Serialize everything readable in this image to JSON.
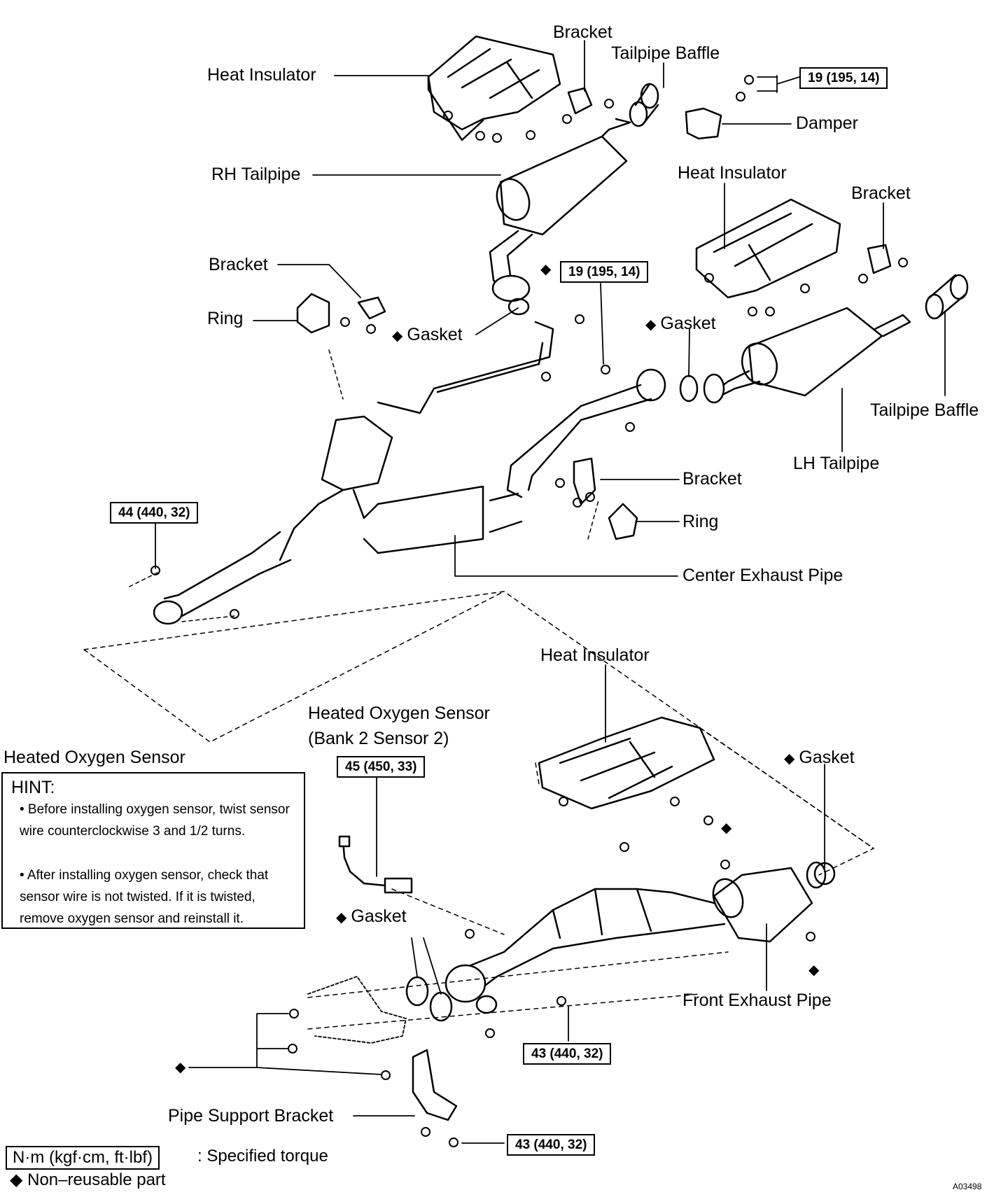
{
  "labels": {
    "heat_insulator_top": "Heat Insulator",
    "bracket_top": "Bracket",
    "tailpipe_baffle_top": "Tailpipe Baffle",
    "damper": "Damper",
    "rh_tailpipe": "RH Tailpipe",
    "heat_insulator_mid": "Heat Insulator",
    "bracket_mid_right": "Bracket",
    "bracket_left": "Bracket",
    "ring_left": "Ring",
    "gasket_left": "Gasket",
    "gasket_mid": "Gasket",
    "tailpipe_baffle_right": "Tailpipe Baffle",
    "lh_tailpipe": "LH Tailpipe",
    "bracket_center": "Bracket",
    "ring_right": "Ring",
    "center_exhaust_pipe": "Center Exhaust Pipe",
    "heat_insulator_bottom": "Heat Insulator",
    "heated_oxygen_sensor_b2s2_line1": "Heated Oxygen Sensor",
    "heated_oxygen_sensor_b2s2_line2": "(Bank 2 Sensor 2)",
    "heated_oxygen_sensor": "Heated Oxygen Sensor",
    "gasket_bottom_right": "Gasket",
    "gasket_bottom_left": "Gasket",
    "front_exhaust_pipe": "Front Exhaust Pipe",
    "pipe_support_bracket": "Pipe Support Bracket"
  },
  "torques": {
    "t1": "19 (195, 14)",
    "t2": "19 (195, 14)",
    "t3": "44 (440, 32)",
    "t4": "45 (450, 33)",
    "t5": "43 (440, 32)",
    "t6": "43 (440, 32)"
  },
  "symbols": {
    "non_reusable": "◆"
  },
  "hint": {
    "title": "HINT:",
    "bullets": [
      "• Before installing oxygen sensor, twist sensor wire counterclockwise 3 and 1/2 turns.",
      "• After installing oxygen sensor, check that sensor wire is not twisted. If it is twisted, remove oxygen sensor and reinstall it."
    ]
  },
  "legend": {
    "torque_unit": "N·m (kgf·cm, ft·lbf)",
    "torque_desc": ": Specified torque",
    "non_reusable": "◆ Non–reusable part"
  },
  "figure_code": "A03498"
}
